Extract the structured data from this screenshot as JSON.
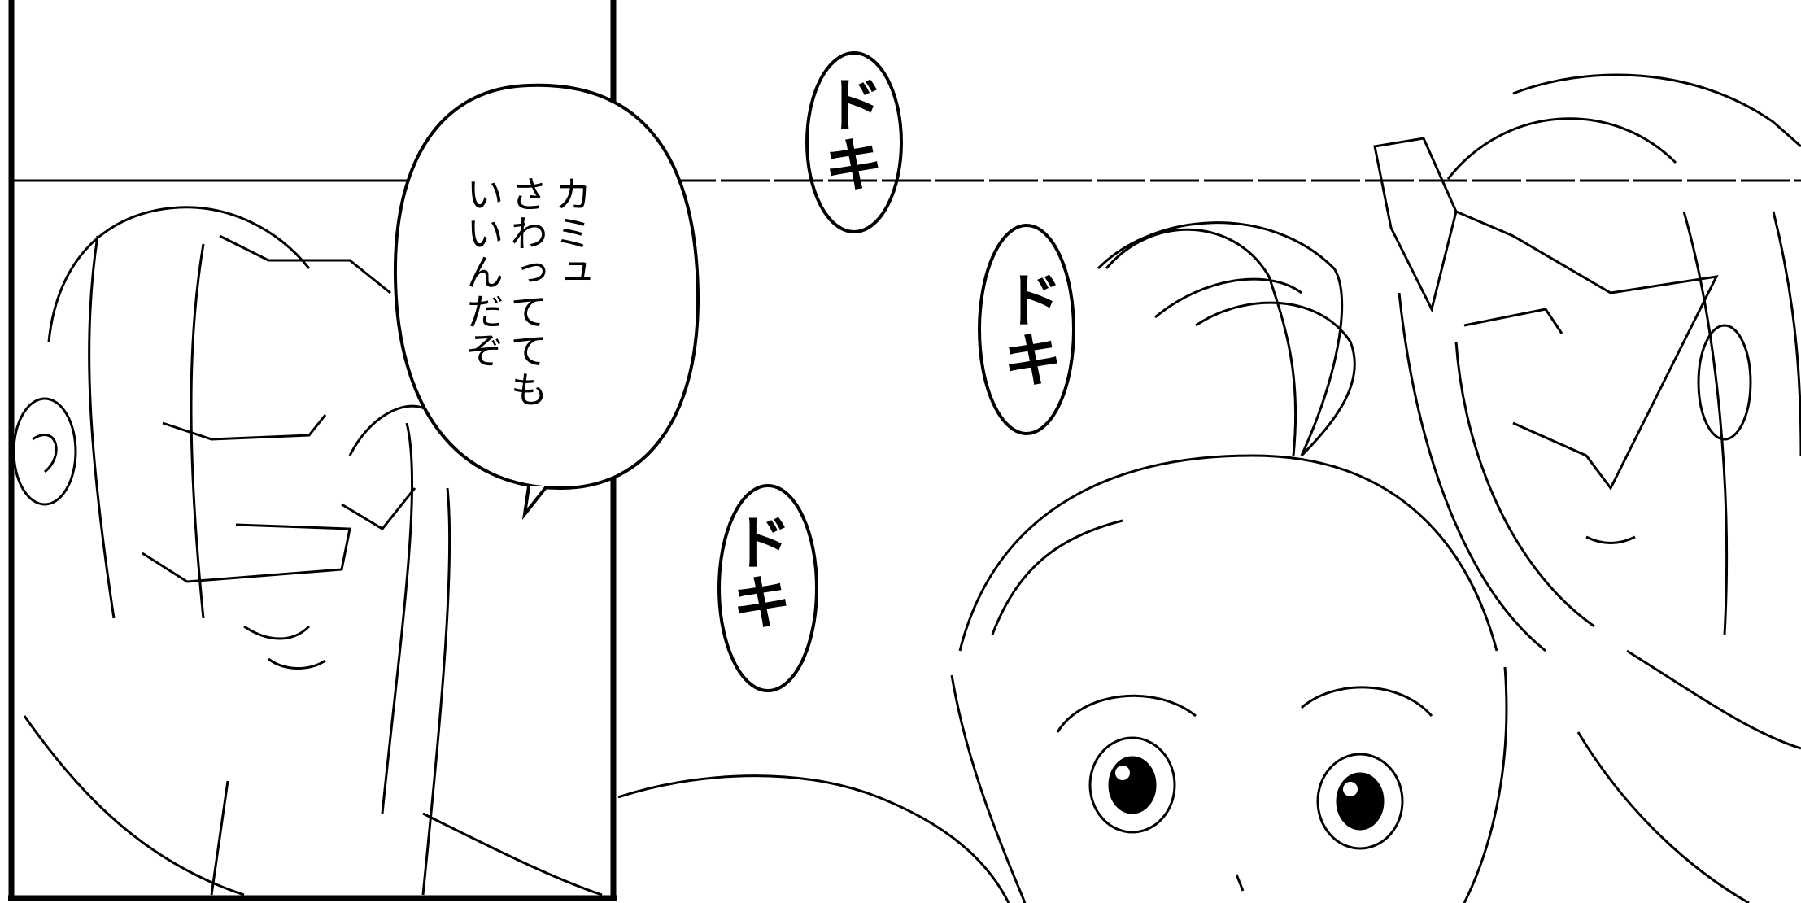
{
  "speech_balloon": {
    "lines": [
      "カミュ",
      "さわってても",
      "いいんだぞ"
    ]
  },
  "sfx": [
    "ドキ",
    "ドキ",
    "ドキ"
  ]
}
